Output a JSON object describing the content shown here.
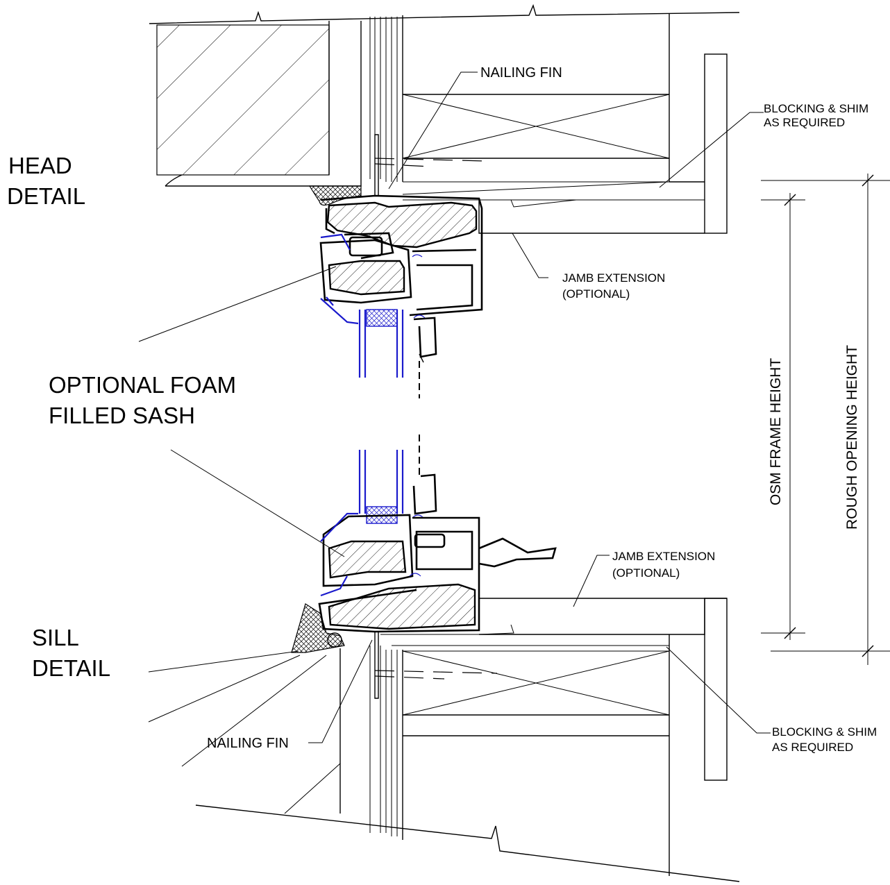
{
  "labels": {
    "head_detail": [
      "HEAD",
      "DETAIL"
    ],
    "sill_detail": [
      "SILL",
      "DETAIL"
    ],
    "foam_sash": [
      "OPTIONAL FOAM",
      "FILLED SASH"
    ],
    "nailing_fin_top": "NAILING FIN",
    "nailing_fin_bottom": "NAILING FIN",
    "blocking_top": [
      "BLOCKING & SHIM",
      "AS REQUIRED"
    ],
    "blocking_bottom": [
      "BLOCKING & SHIM",
      "AS REQUIRED"
    ],
    "jamb_ext_top": [
      "JAMB EXTENSION",
      "(OPTIONAL)"
    ],
    "jamb_ext_bottom": [
      "JAMB EXTENSION",
      "(OPTIONAL)"
    ],
    "osm_frame_height": "OSM FRAME HEIGHT",
    "rough_opening_height": "ROUGH OPENING HEIGHT"
  },
  "colors": {
    "line": "#000000",
    "glazing": "#1a1acc",
    "background": "#ffffff"
  }
}
